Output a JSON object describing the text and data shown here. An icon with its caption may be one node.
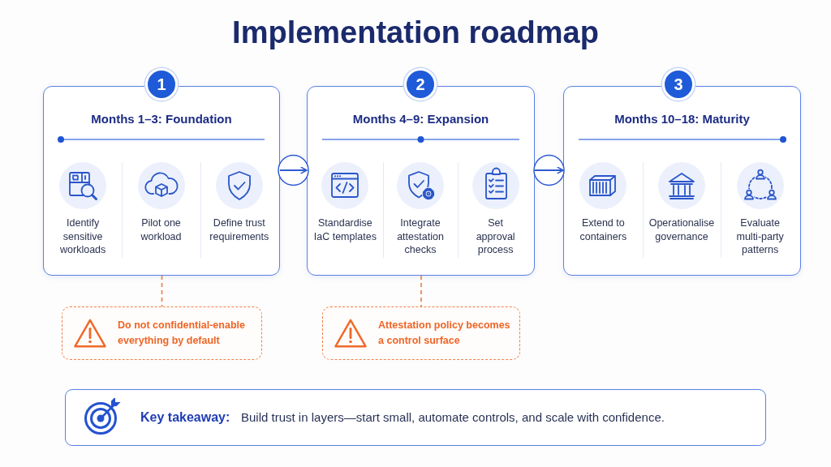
{
  "diagram": {
    "title": "Implementation roadmap",
    "nodes": [
      {
        "text": [
          "1"
        ]
      },
      {
        "text": [
          "Months 1–3: Foundation",
          "Identify sensitive workloads",
          "Pilot one workload",
          "Define trust requirements"
        ]
      },
      {
        "text": [
          "2"
        ]
      },
      {
        "text": [
          "Months 4–9: Expansion",
          "Standardise IaC templates",
          "Integrate attestation checks",
          "Set approval process"
        ]
      },
      {
        "text": [
          "3"
        ]
      },
      {
        "text": [
          "Months 10–18: Maturity",
          "Extend to containers",
          "Operationalise governance",
          "Evaluate multi-party patterns"
        ]
      },
      {
        "text": [
          "Do not confidential-enable everything by default"
        ]
      },
      {
        "text": [
          "Attestation policy becomes a control surface"
        ]
      },
      {
        "text": [
          "Key takeaway:",
          "Build trust in layers—start small, automate controls, and scale with confidence."
        ]
      }
    ],
    "edges": [
      {
        "from": 1,
        "to": 3,
        "arrow": "to"
      },
      {
        "from": 3,
        "to": 5,
        "arrow": "to"
      },
      {
        "from": 1,
        "to": 6,
        "arrow": "none",
        "style": "dashed",
        "color": "#f07a3a"
      },
      {
        "from": 3,
        "to": 7,
        "arrow": "none",
        "style": "dashed",
        "color": "#f07a3a"
      }
    ]
  }
}
